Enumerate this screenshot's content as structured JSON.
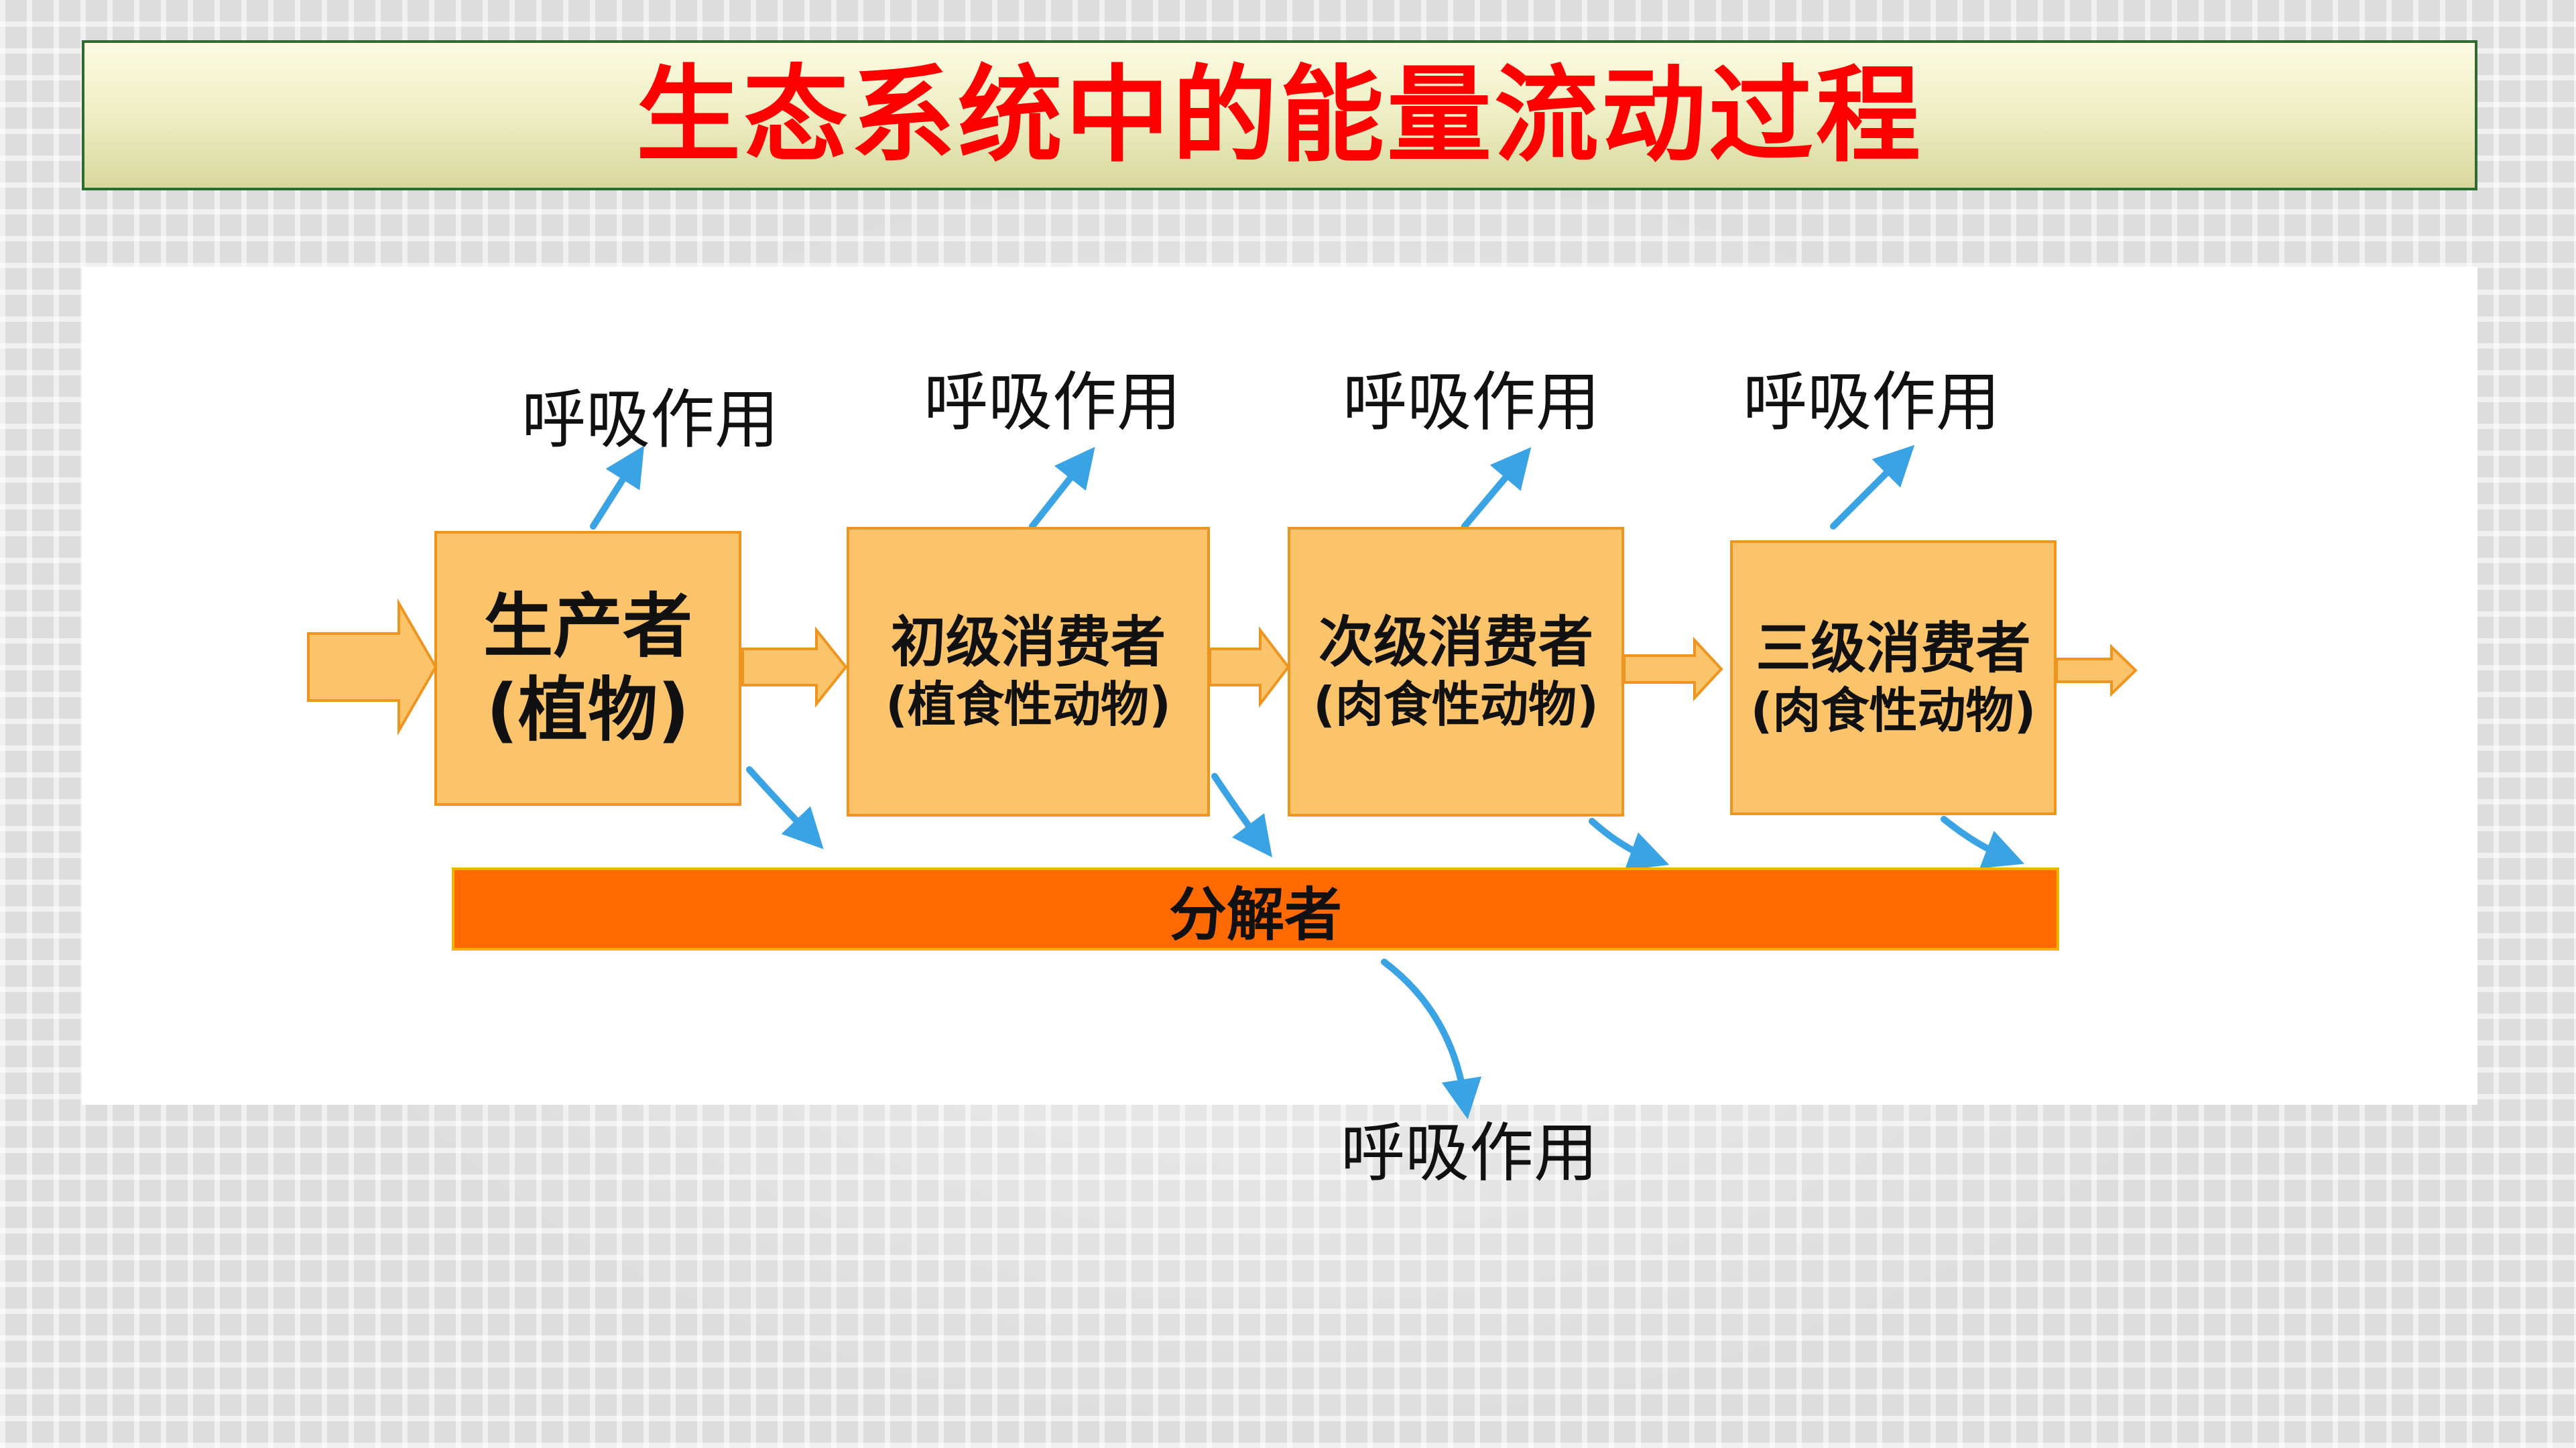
{
  "title": "生态系统中的能量流动过程",
  "nodes": {
    "producer": {
      "line1": "生产者",
      "line2": "(植物)"
    },
    "primary": {
      "line1": "初级消费者",
      "line2": "(植食性动物)"
    },
    "secondary": {
      "line1": "次级消费者",
      "line2": "(肉食性动物)"
    },
    "tertiary": {
      "line1": "三级消费者",
      "line2": "(肉食性动物)"
    }
  },
  "decomposer": "分解者",
  "respiration_labels": [
    "呼吸作用",
    "呼吸作用",
    "呼吸作用",
    "呼吸作用",
    "呼吸作用"
  ],
  "colors": {
    "title_text": "#ff0000",
    "node_fill": "#fcc46a",
    "node_border": "#ee9520",
    "decomposer_fill": "#ff6a00",
    "decomposer_border": "#f2b200",
    "respiration_arrow": "#3aa3e3",
    "flow_arrow": "#fcc46a"
  }
}
